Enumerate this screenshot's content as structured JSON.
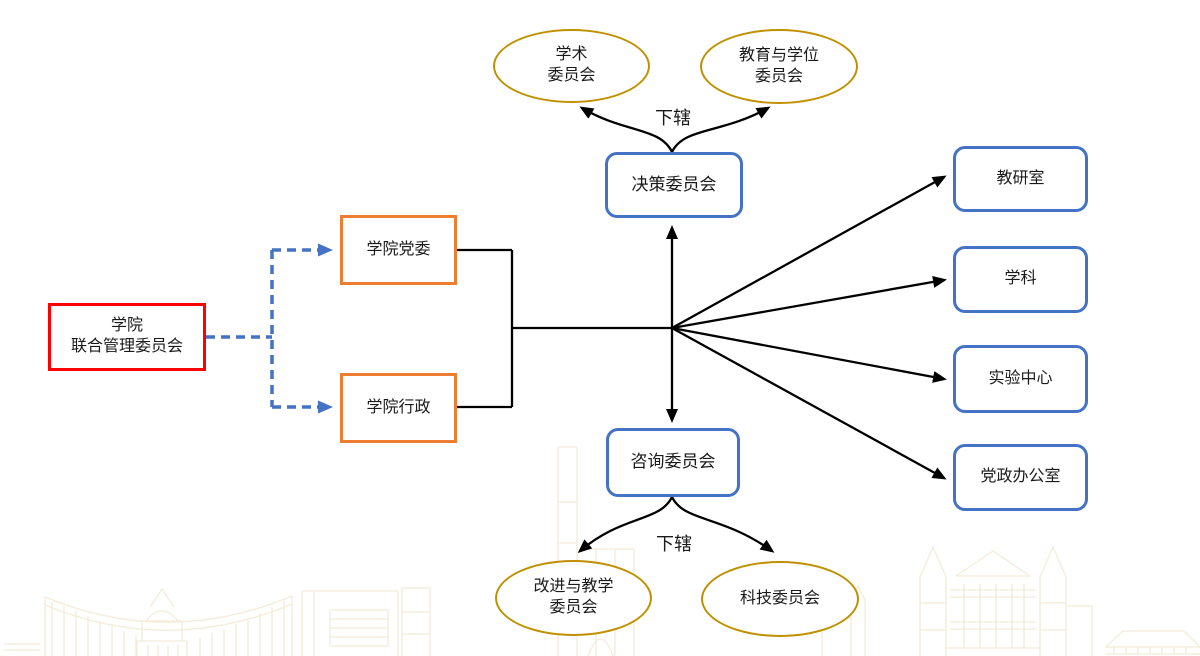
{
  "diagram": {
    "nodes": {
      "joint_committee": "学院\n联合管理委员会",
      "party_committee": "学院党委",
      "administration": "学院行政",
      "decision_committee": "决策委员会",
      "advisory_committee": "咨询委员会",
      "academic_committee": "学术\n委员会",
      "education_degree_committee": "教育与学位\n委员会",
      "improvement_teaching_committee": "改进与教学\n委员会",
      "scitech_committee": "科技委员会",
      "teaching_research_office": "教研室",
      "discipline": "学科",
      "lab_center": "实验中心",
      "party_admin_office": "党政办公室"
    },
    "edge_labels": {
      "decision_branch": "下辖",
      "advisory_branch": "下辖"
    },
    "edges": [
      {
        "from": "joint_committee",
        "to": "party_committee",
        "style": "dashed-arrow"
      },
      {
        "from": "joint_committee",
        "to": "administration",
        "style": "dashed-arrow"
      },
      {
        "from": "party_committee",
        "to": "hub",
        "style": "line"
      },
      {
        "from": "administration",
        "to": "hub",
        "style": "line"
      },
      {
        "from": "hub",
        "to": "decision_committee",
        "style": "arrow"
      },
      {
        "from": "hub",
        "to": "advisory_committee",
        "style": "arrow"
      },
      {
        "from": "hub",
        "to": "teaching_research_office",
        "style": "arrow"
      },
      {
        "from": "hub",
        "to": "discipline",
        "style": "arrow"
      },
      {
        "from": "hub",
        "to": "lab_center",
        "style": "arrow"
      },
      {
        "from": "hub",
        "to": "party_admin_office",
        "style": "arrow"
      },
      {
        "from": "decision_committee",
        "to": "academic_committee",
        "style": "curved-arrow",
        "label": "下辖"
      },
      {
        "from": "decision_committee",
        "to": "education_degree_committee",
        "style": "curved-arrow",
        "label": "下辖"
      },
      {
        "from": "advisory_committee",
        "to": "improvement_teaching_committee",
        "style": "curved-arrow",
        "label": "下辖"
      },
      {
        "from": "advisory_committee",
        "to": "scitech_committee",
        "style": "curved-arrow",
        "label": "下辖"
      }
    ],
    "colors": {
      "root_border": "#ff0000",
      "orange_border": "#ed7d31",
      "blue_border": "#4472c4",
      "gold_border": "#bf9000",
      "connector": "#000000",
      "dashed_connector": "#4472c4",
      "watermark": "#f4ecd8"
    },
    "background_watermark": "campus-buildings-line-art"
  }
}
